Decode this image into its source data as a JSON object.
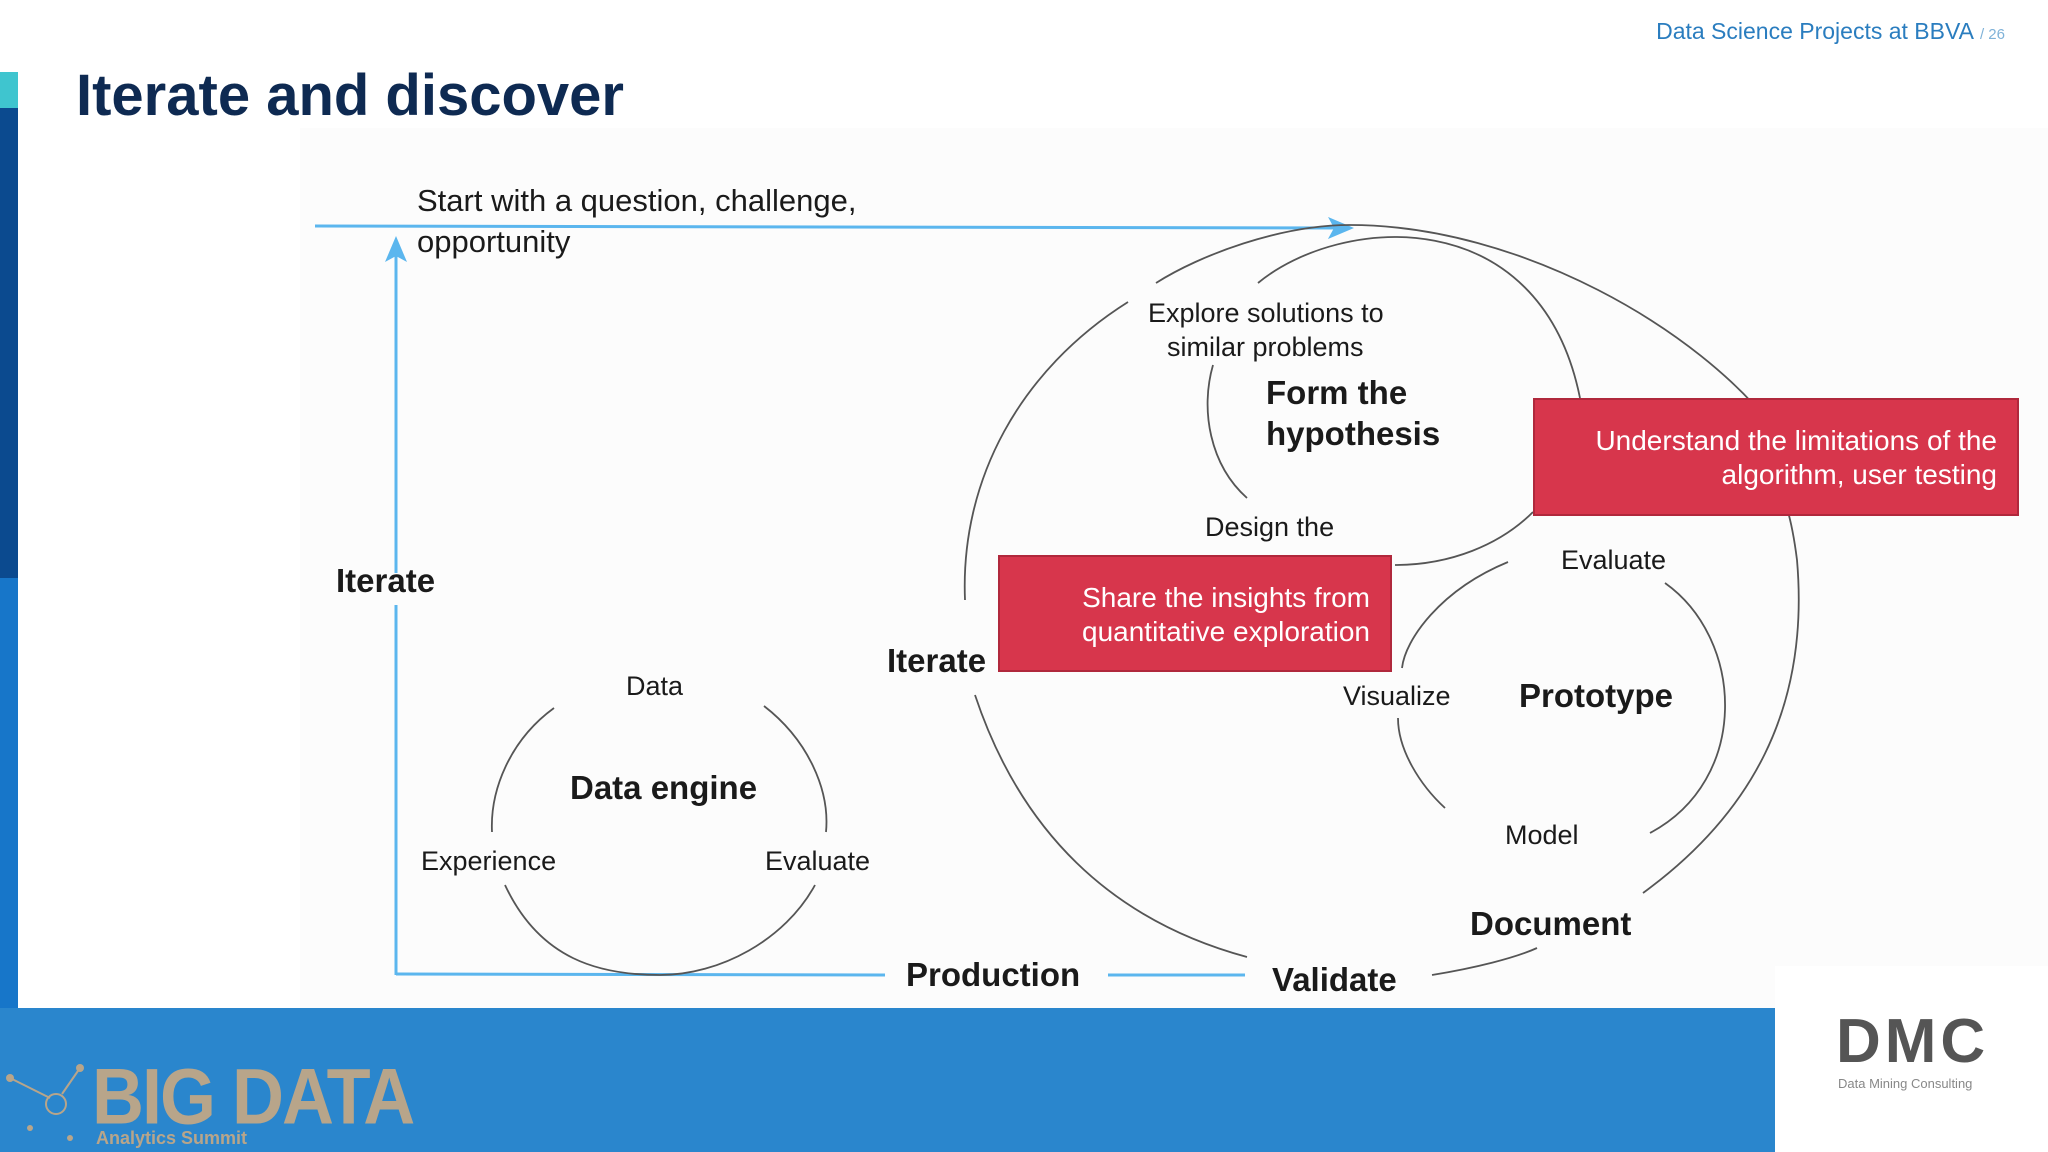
{
  "header": {
    "reference": "Data Science Projects at BBVA",
    "page_indicator": "/ 26"
  },
  "slide": {
    "title": "Iterate and discover"
  },
  "diagram": {
    "start_line1": "Start with a question, challenge,",
    "start_line2": "opportunity",
    "iterate_outer": "Iterate",
    "iterate_inner": "Iterate",
    "explore_line1": "Explore solutions to",
    "explore_line2": "similar problems",
    "form_line1": "Form the",
    "form_line2": "hypothesis",
    "design": "Design the",
    "understand_line1": "Understand the limitations of the",
    "understand_line2": "algorithm, user testing",
    "share_line1": "Share the insights from",
    "share_line2": "quantitative exploration",
    "evaluate_proto": "Evaluate",
    "visualize": "Visualize",
    "prototype": "Prototype",
    "model": "Model",
    "document": "Document",
    "validate": "Validate",
    "production": "Production",
    "data": "Data",
    "data_engine": "Data engine",
    "experience": "Experience",
    "evaluate_engine": "Evaluate",
    "colors": {
      "flow_arrow": "#5bb6ee",
      "callout": "#d7364c",
      "cycle_stroke": "#555555"
    }
  },
  "footer": {
    "event_logo": "BIG DATA",
    "event_sub": "Analytics Summit",
    "sponsor_logo": "DMC",
    "sponsor_sub": "Data Mining Consulting"
  }
}
